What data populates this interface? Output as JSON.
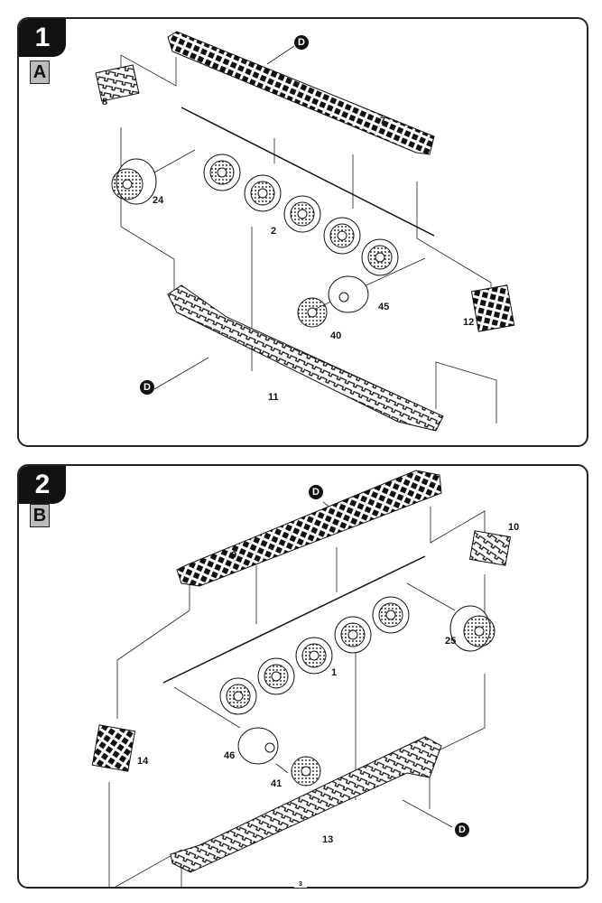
{
  "steps": [
    {
      "number": "1",
      "subassembly": "A",
      "paint_ref": "D",
      "parts": {
        "upper_track": "7",
        "front_link": "8",
        "sprocket_outer": "24",
        "hull_side": "2",
        "idler": "45",
        "idler_cap": "40",
        "rear_link": "12",
        "lower_track": "11"
      }
    },
    {
      "number": "2",
      "subassembly": "B",
      "paint_ref": "D",
      "parts": {
        "upper_track": "9",
        "front_link": "10",
        "sprocket_outer": "25",
        "hull_side": "1",
        "idler": "46",
        "idler_cap": "41",
        "rear_link": "14",
        "lower_track": "13"
      }
    }
  ],
  "page_number": "3",
  "colors": {
    "ink": "#111111",
    "subassembly_box": "#bbbbbb"
  }
}
